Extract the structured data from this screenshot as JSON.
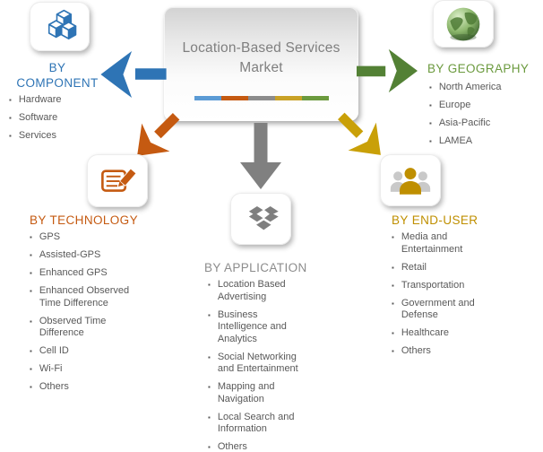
{
  "title_card": {
    "title": "Location-Based Services Market",
    "title_color": "#7f7f7f",
    "stripe_colors": [
      "#5B9BD5",
      "#C55A11",
      "#8C8C8C",
      "#C9A227",
      "#6B9A3E"
    ]
  },
  "list_bullet": "▪",
  "sections": {
    "component": {
      "heading": "BY COMPONENT",
      "accent_color": "#2E74B5",
      "icon": "cubes-icon",
      "items": [
        "Hardware",
        "Software",
        "Services"
      ]
    },
    "geography": {
      "heading": "BY GEOGRAPHY",
      "accent_color": "#6B9A3E",
      "icon": "globe-icon",
      "items": [
        "North America",
        "Europe",
        "Asia-Pacific",
        "LAMEA"
      ]
    },
    "technology": {
      "heading": "BY TECHNOLOGY",
      "accent_color": "#C55A11",
      "icon": "edit-note-icon",
      "items": [
        "GPS",
        "Assisted-GPS",
        "Enhanced GPS",
        "Enhanced Observed Time Difference",
        "Observed Time Difference",
        "Cell ID",
        "Wi-Fi",
        "Others"
      ]
    },
    "application": {
      "heading": "BY APPLICATION",
      "accent_color": "#8C8C8C",
      "icon": "open-box-icon",
      "items": [
        "Location Based Advertising",
        "Business Intelligence and Analytics",
        "Social Networking and Entertainment",
        "Mapping and Navigation",
        "Local Search and Information",
        "Others"
      ]
    },
    "end_user": {
      "heading": "BY END-USER",
      "accent_color": "#BF8F00",
      "icon": "people-group-icon",
      "items": [
        "Media and Entertainment",
        "Retail",
        "Transportation",
        "Government and Defense",
        "Healthcare",
        "Others"
      ]
    }
  },
  "arrows": {
    "blue": "#2E74B5",
    "green": "#538135",
    "orange": "#C55A11",
    "gray": "#808080",
    "gold": "#C9A008"
  }
}
